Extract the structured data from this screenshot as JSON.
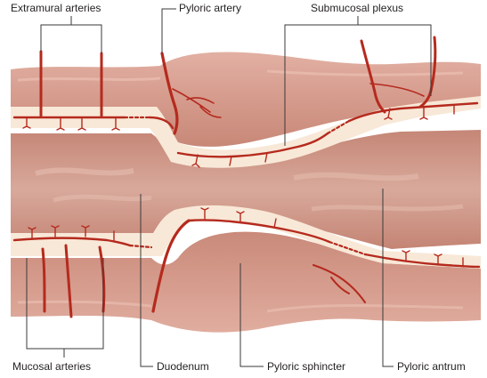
{
  "labels": {
    "extramural_arteries": "Extramural arteries",
    "pyloric_artery": "Pyloric artery",
    "submucosal_plexus": "Submucosal plexus",
    "mucosal_arteries": "Mucosal arteries",
    "duodenum": "Duodenum",
    "pyloric_sphincter": "Pyloric sphincter",
    "pyloric_antrum": "Pyloric antrum"
  },
  "colors": {
    "artery": "#b52a1e",
    "submucosa": "#f7e6d4",
    "muscle": "#d49a8a",
    "muscle_shadow": "#b97a6c",
    "lumen": "#c98c7e",
    "lumen_light": "#e7c3b6",
    "leader_line": "#3a3a3a"
  }
}
